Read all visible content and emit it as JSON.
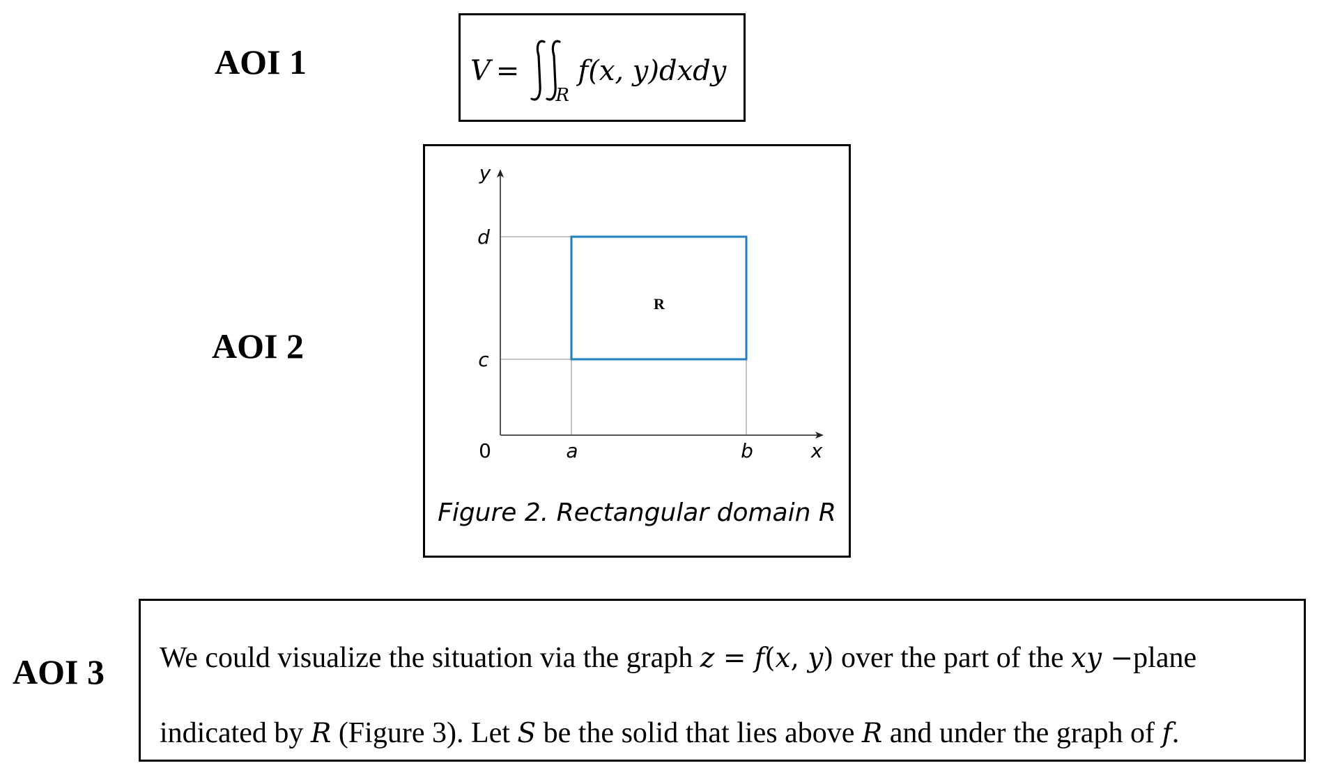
{
  "labels": {
    "aoi1": "AOI 1",
    "aoi2": "AOI 2",
    "aoi3": "AOI 3"
  },
  "formula": {
    "lhs": "V",
    "equals": "=",
    "subscript": "R",
    "integrand": "f(x, y)dxdy"
  },
  "figure": {
    "caption": "Figure 2. Rectangular domain R",
    "region_label": "R",
    "axis_x_label": "x",
    "axis_y_label": "y",
    "origin_label": "0",
    "x_ticks": [
      "a",
      "b"
    ],
    "y_ticks": [
      "c",
      "d"
    ],
    "rect_color": "#1f7fc0",
    "guide_color": "#b0b0b0",
    "axis_color": "#555555"
  },
  "paragraph": {
    "line1": {
      "t1": "We could visualize the situation via the graph ",
      "m1": "z",
      "o1": " = ",
      "m2": "f",
      "o2": "(",
      "m3": "x",
      "o3": ", ",
      "m4": "y",
      "o4": ")",
      "t2": " over the part of the ",
      "m5": "xy",
      "o5": " −",
      "t3": "plane"
    },
    "line2": {
      "t1": "indicated by ",
      "m1": "R",
      "t2": " (Figure 3). Let ",
      "m2": "S",
      "t3": " be the solid that lies above ",
      "m3": "R",
      "t4": " and under the graph of ",
      "m4": "f",
      "t5": "."
    }
  }
}
